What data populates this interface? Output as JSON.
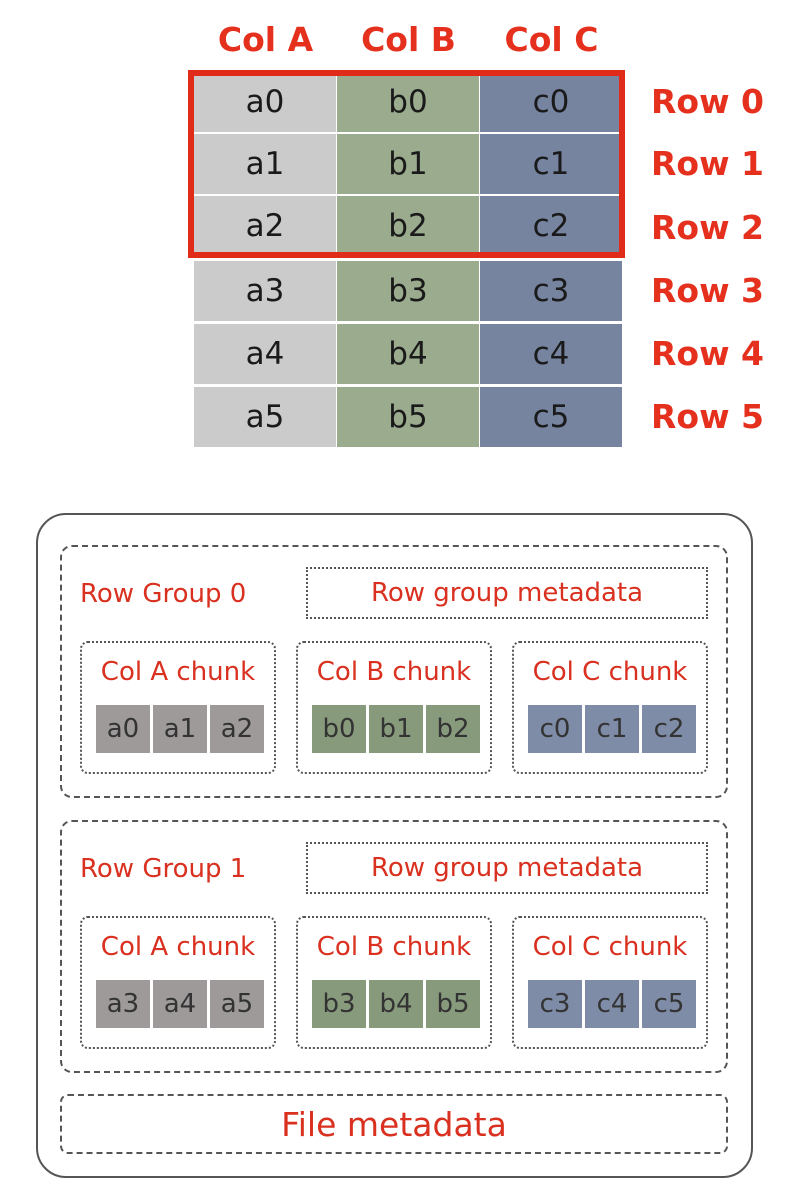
{
  "table": {
    "columns": [
      "Col A",
      "Col B",
      "Col C"
    ],
    "rows": [
      {
        "label": "Row 0",
        "cells": [
          "a0",
          "b0",
          "c0"
        ]
      },
      {
        "label": "Row 1",
        "cells": [
          "a1",
          "b1",
          "c1"
        ]
      },
      {
        "label": "Row 2",
        "cells": [
          "a2",
          "b2",
          "c2"
        ]
      },
      {
        "label": "Row 3",
        "cells": [
          "a3",
          "b3",
          "c3"
        ]
      },
      {
        "label": "Row 4",
        "cells": [
          "a4",
          "b4",
          "c4"
        ]
      },
      {
        "label": "Row 5",
        "cells": [
          "a5",
          "b5",
          "c5"
        ]
      }
    ],
    "highlighted_rows": [
      "Row 0",
      "Row 1",
      "Row 2"
    ]
  },
  "file": {
    "row_groups": [
      {
        "title": "Row Group 0",
        "metadata_label": "Row group metadata",
        "chunks": [
          {
            "title": "Col A chunk",
            "values": [
              "a0",
              "a1",
              "a2"
            ]
          },
          {
            "title": "Col B chunk",
            "values": [
              "b0",
              "b1",
              "b2"
            ]
          },
          {
            "title": "Col C chunk",
            "values": [
              "c0",
              "c1",
              "c2"
            ]
          }
        ]
      },
      {
        "title": "Row Group 1",
        "metadata_label": "Row group metadata",
        "chunks": [
          {
            "title": "Col A chunk",
            "values": [
              "a3",
              "a4",
              "a5"
            ]
          },
          {
            "title": "Col B chunk",
            "values": [
              "b3",
              "b4",
              "b5"
            ]
          },
          {
            "title": "Col C chunk",
            "values": [
              "c3",
              "c4",
              "c5"
            ]
          }
        ]
      }
    ],
    "metadata_label": "File metadata"
  },
  "colors": {
    "accent_red": "#e5301e",
    "col_a": "#cbcbcb",
    "col_b": "#9aab8e",
    "col_c": "#7684a0"
  }
}
